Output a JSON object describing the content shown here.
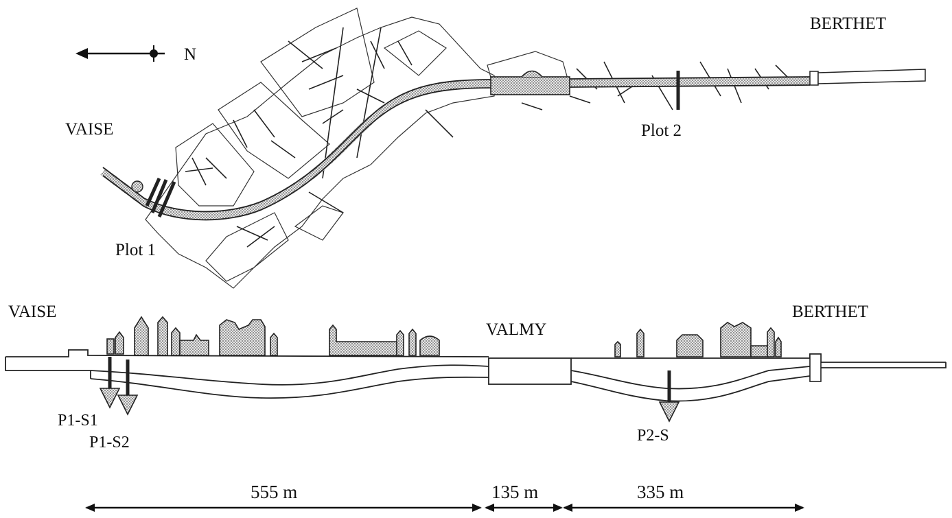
{
  "compass": {
    "label": "N"
  },
  "plan_view": {
    "labels": {
      "vaise": "VAISE",
      "berthet": "BERTHET",
      "plot1": "Plot 1",
      "plot2": "Plot 2"
    }
  },
  "profile_view": {
    "labels": {
      "vaise": "VAISE",
      "valmy": "VALMY",
      "berthet": "BERTHET"
    },
    "sensors": [
      "P1-S1",
      "P1-S2",
      "P2-S"
    ]
  },
  "dimensions": {
    "segment1": "555 m",
    "segment2": "135 m",
    "segment3": "335 m"
  }
}
